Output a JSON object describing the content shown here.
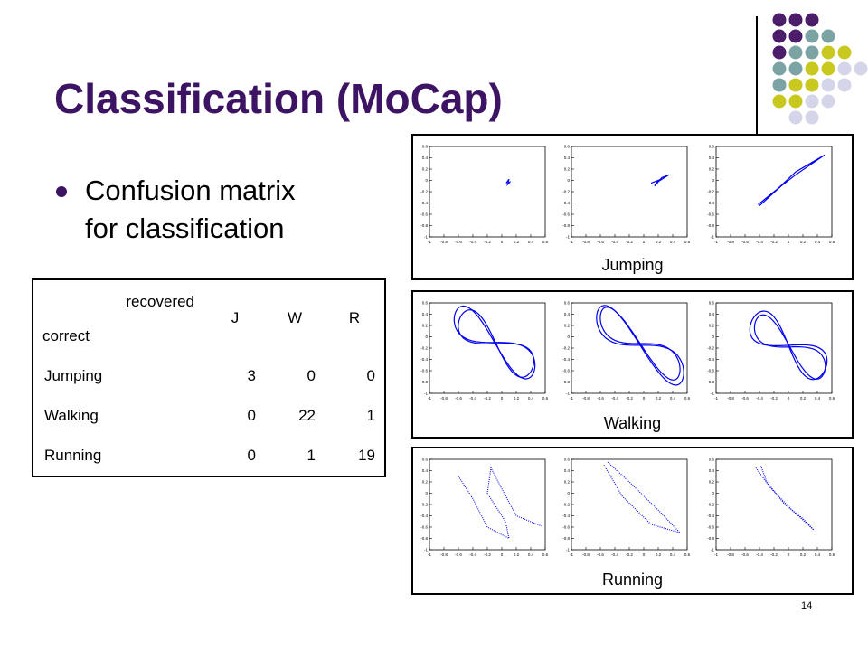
{
  "slide": {
    "title": "Classification (MoCap)",
    "bullet": "Confusion matrix for classification",
    "bullet_lines": [
      "Confusion matrix",
      "for classification"
    ],
    "page_number": "14"
  },
  "table": {
    "header_recovered": "recovered",
    "header_correct": "correct",
    "columns": [
      "J",
      "W",
      "R"
    ],
    "rows": [
      {
        "label": "Jumping",
        "values": [
          "3",
          "0",
          "0"
        ]
      },
      {
        "label": "Walking",
        "values": [
          "0",
          "22",
          "1"
        ]
      },
      {
        "label": "Running",
        "values": [
          "0",
          "1",
          "19"
        ]
      }
    ]
  },
  "panels": [
    {
      "label": "Jumping"
    },
    {
      "label": "Walking"
    },
    {
      "label": "Running"
    }
  ],
  "plot_axes": {
    "x_ticks": [
      "-1",
      "-0.8",
      "-0.6",
      "-0.4",
      "-0.2",
      "0",
      "0.2",
      "0.4",
      "0.6"
    ],
    "y_ticks": [
      "0.6",
      "0.4",
      "0.2",
      "0",
      "-0.2",
      "-0.4",
      "-0.6",
      "-0.8",
      "-1"
    ]
  },
  "colors": {
    "title": "#3d1363",
    "trajectory": "#0000ee",
    "dot_purple": "#4b1d6b",
    "dot_teal": "#7ba3a3",
    "dot_yellow": "#c8c81e",
    "dot_lavender": "#d5d5ea"
  }
}
